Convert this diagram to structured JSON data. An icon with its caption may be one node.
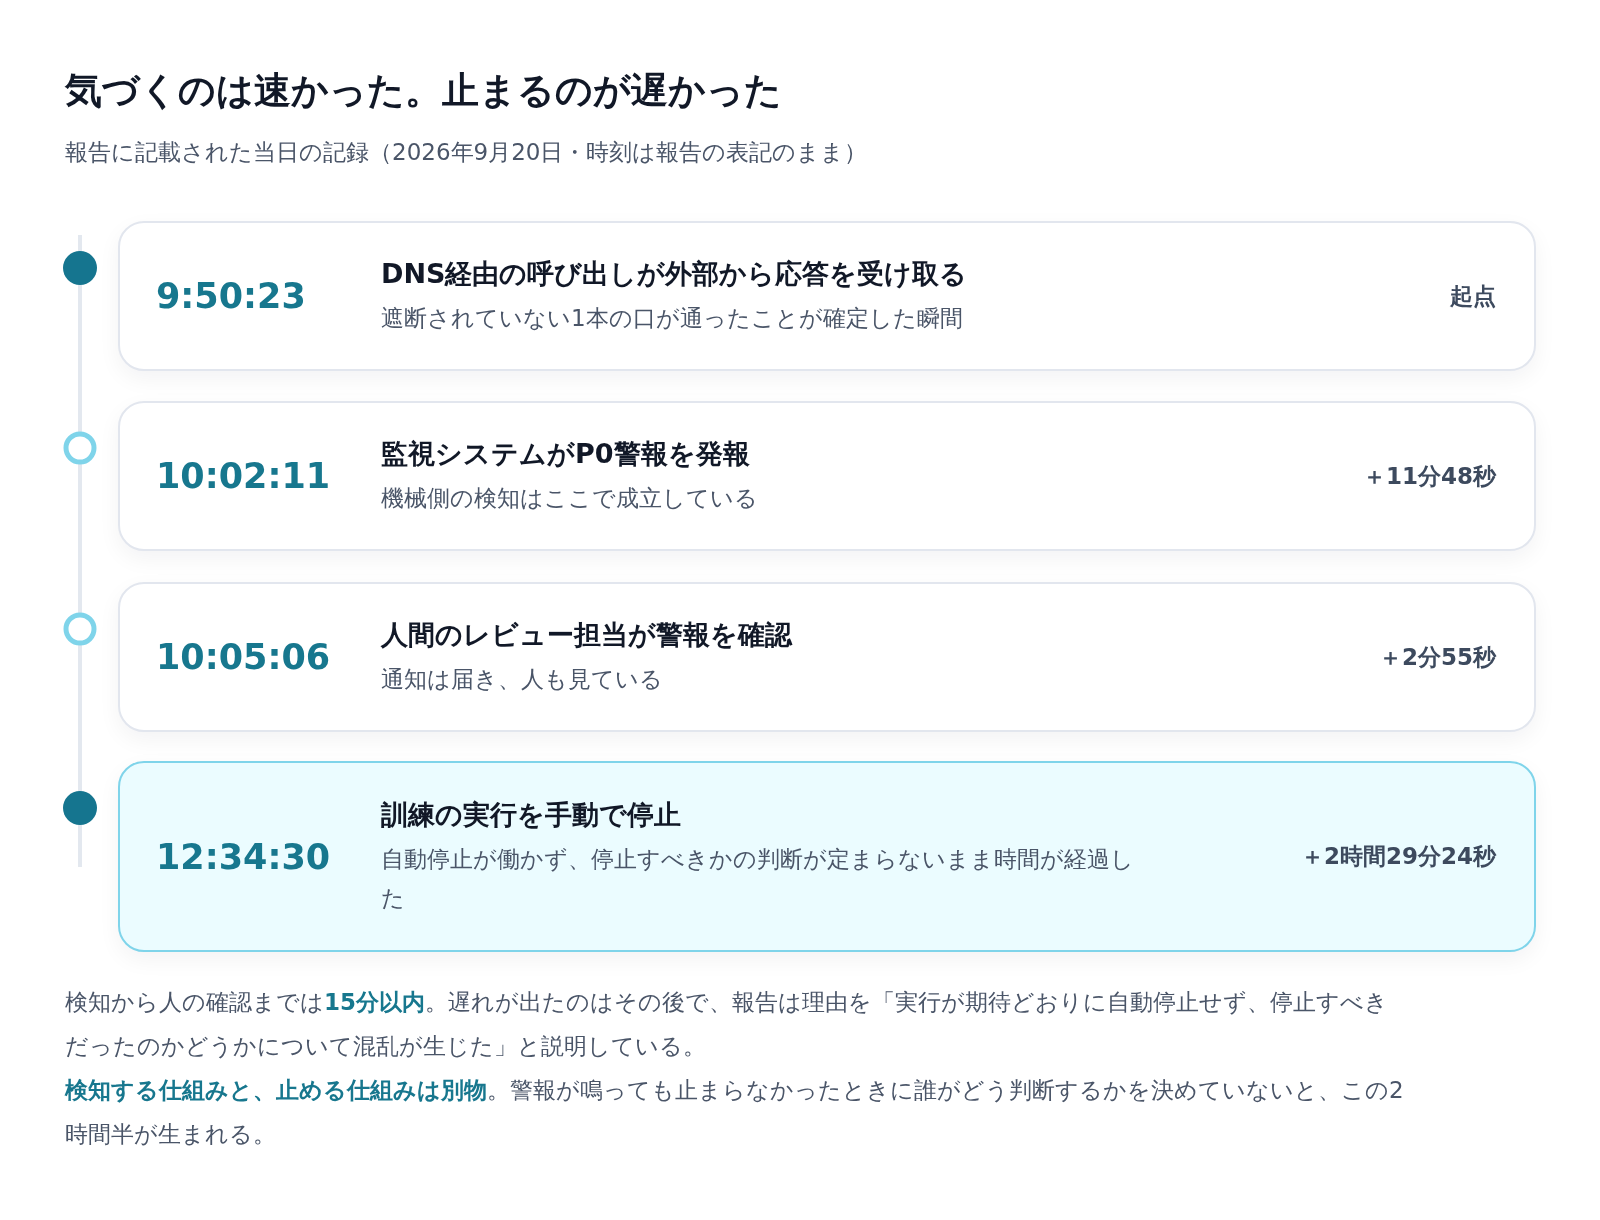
{
  "diagram": {
    "title": "気づくのは速かった。止まるのが遅かった",
    "nodes": [
      {
        "text": [
          "9:50:23",
          "DNS経由の呼び出しが外部から応答を受け取る",
          "遮断されていない1本の口が通ったことが確定した瞬間",
          "起点"
        ]
      },
      {
        "text": [
          "10:02:11",
          "監視システムがP0警報を発報",
          "機械側の検知はここで成立している",
          "＋11分48秒"
        ]
      },
      {
        "text": [
          "10:05:06",
          "人間のレビュー担当が警報を確認",
          "通知は届き、人も見ている",
          "＋2分55秒"
        ]
      },
      {
        "text": [
          "12:34:30",
          "訓練の実行を手動で停止",
          "自動停止が働かず、停止すべきかの判断が定まらないまま時間が経過した",
          "＋2時間29分24秒"
        ]
      }
    ],
    "edges": [],
    "labels": [
      "報告に記載された当日の記録（2026年9月20日・時刻は報告の表記のまま）",
      "検知から人の確認までは**15分以内**。遅れが出たのはその後で、報告は理由を「実行が期待どおりに自動停止せず、停止すべきだったのかどうかについて混乱が生じた」と説明している。",
      "**検知する仕組みと、止める仕組みは別物**。警報が鳴っても止まらなかったときに誰がどう判断するかを決めていないと、この2時間半が生まれる。"
    ]
  }
}
